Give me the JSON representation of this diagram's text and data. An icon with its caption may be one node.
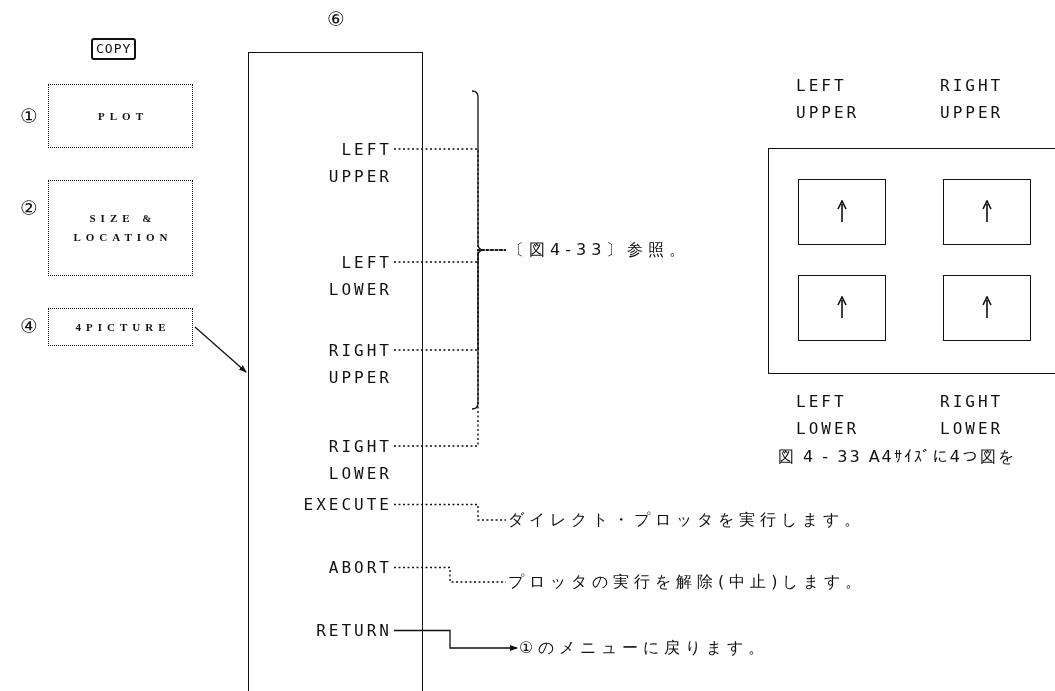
{
  "diagram": {
    "nodes": [
      {
        "text": [
          "COPY"
        ]
      },
      {
        "text": [
          "PLOT"
        ],
        "beside": [
          "①"
        ]
      },
      {
        "text": [
          "SIZE & LOCATION"
        ],
        "beside": [
          "②"
        ]
      },
      {
        "text": [
          "4PICTURE"
        ],
        "beside": [
          "④"
        ]
      },
      {
        "text": [
          "⑥"
        ]
      },
      {
        "text": [
          "LEFT UPPER"
        ],
        "in": 4
      },
      {
        "text": [
          "LEFT LOWER"
        ],
        "in": 4
      },
      {
        "text": [
          "RIGHT UPPER"
        ],
        "in": 4
      },
      {
        "text": [
          "RIGHT LOWER"
        ],
        "in": 4
      },
      {
        "text": [
          "EXECUTE"
        ],
        "in": 4
      },
      {
        "text": [
          "ABORT"
        ],
        "in": 4
      },
      {
        "text": [
          "RETURN"
        ],
        "in": 4
      },
      {
        "text": [
          "〔図4-33〕参照。"
        ]
      },
      {
        "text": [
          "ダイレクト・プロッタを実行します。"
        ]
      },
      {
        "text": [
          "プロッタの実行を解除(中止)します。"
        ]
      },
      {
        "text": [
          "①のメニューに戻ります。"
        ]
      },
      {
        "text": [],
        "shape": "box"
      },
      {
        "text": [],
        "shape": "box",
        "in": 16
      },
      {
        "text": [],
        "shape": "box",
        "in": 16
      },
      {
        "text": [],
        "shape": "box",
        "in": 16
      },
      {
        "text": [],
        "shape": "box",
        "in": 16
      }
    ],
    "edges": [
      {
        "from": 3,
        "to": 4,
        "arrow": "to"
      },
      {
        "from": 5,
        "to": 12,
        "arrow": "none",
        "style": "dashed"
      },
      {
        "from": 6,
        "to": 12,
        "arrow": "none",
        "style": "dashed"
      },
      {
        "from": 7,
        "to": 12,
        "arrow": "none",
        "style": "dashed"
      },
      {
        "from": 8,
        "to": 12,
        "arrow": "none",
        "style": "dashed"
      },
      {
        "from": 9,
        "to": 13,
        "arrow": "none",
        "style": "dashed"
      },
      {
        "from": 10,
        "to": 14,
        "arrow": "none",
        "style": "dashed"
      },
      {
        "from": 11,
        "to": 15,
        "arrow": "to"
      }
    ],
    "labels": [
      "LEFT UPPER",
      "RIGHT UPPER",
      "LEFT LOWER",
      "RIGHT LOWER",
      "図 4 - 33 A4ｻｲｽﾞに4つ図を"
    ]
  }
}
